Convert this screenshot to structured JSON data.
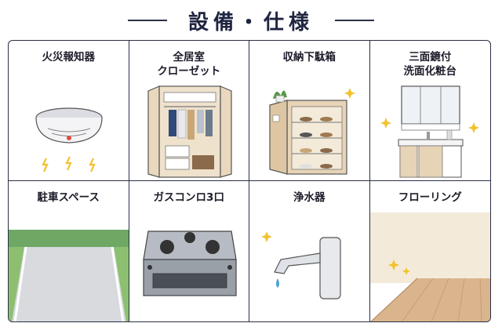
{
  "header": {
    "title": "設備・仕様"
  },
  "cells": [
    {
      "label": "火災報知器",
      "icon": "smoke-detector-icon"
    },
    {
      "label": "全居室\nクローゼット",
      "icon": "closet-icon"
    },
    {
      "label": "収納下駄箱",
      "icon": "shoe-cabinet-icon"
    },
    {
      "label": "三面鏡付\n洗面化粧台",
      "icon": "vanity-mirror-icon"
    },
    {
      "label": "駐車スペース",
      "icon": "parking-space-icon"
    },
    {
      "label": "ガスコンロ3口",
      "icon": "gas-stove-icon"
    },
    {
      "label": "浄水器",
      "icon": "water-purifier-faucet-icon"
    },
    {
      "label": "フローリング",
      "icon": "flooring-icon"
    }
  ],
  "colors": {
    "frame": "#2b2f45",
    "accent_yellow": "#f2c230",
    "wood": "#d9b48c",
    "wall": "#f1e3cf"
  }
}
